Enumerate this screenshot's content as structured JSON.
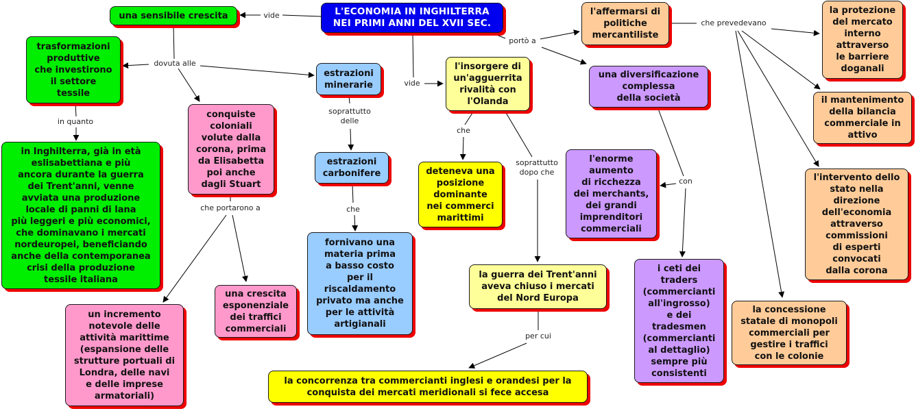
{
  "colors": {
    "root": "#0000ee",
    "green": "#00ee00",
    "pink": "#ff99cc",
    "blue": "#99ccff",
    "yellow": "#ffff00",
    "light_yellow": "#ffff99",
    "purple": "#cc99ff",
    "orange": "#ffcc99",
    "shadow": "#ee0000"
  },
  "nodes": {
    "root": "L'ECONOMIA IN INGHILTERRA\nNEI PRIMI ANNI DEL XVII SEC.",
    "crescita": "una sensibile crescita",
    "trasformazioni": "trasformazioni\nproduttive\nche investirono\nil settore\ntessile",
    "inghilterra": "in Inghilterra, già in età\neslisabettiana e più\nancora durante la guerra\ndei Trent'anni, venne\navviata una produzione\nlocale di panni di lana\npiù leggeri e più economici,\nche dominavano i mercati\nnordeuropei, beneficiando\nanche della contemporanea\ncrisi della produzione\ntessile italiana",
    "conquiste": "conquiste\ncoloniali\nvolute dalla\ncorona, prima\nda Elisabetta\npoi anche\ndagli Stuart",
    "incremento": "un incremento\nnotevole delle\nattività marittime\n(espansione delle\nstrutture portuali di\nLondra, delle navi\ne delle imprese\narmatoriali)",
    "crescita_esp": "una crescita\nesponenziale\ndei traffici\ncommerciali",
    "minerarie": "estrazioni\nminerarie",
    "carbonifere": "estrazioni\ncarbonifere",
    "fornivano": "fornivano una\nmateria prima\na basso costo\nper il\nriscaldamento\nprivato ma anche\nper le attività\nartigianali",
    "insorgere": "l'insorgere di\nun'agguerrita\nrivalità con\nl'Olanda",
    "deteneva": "deteneva una\nposizione\ndominante\nnei commerci\nmarittimi",
    "guerra": "la guerra dei Trent'anni\naveva chiuso i mercati\ndel Nord Europa",
    "concorrenza": "la concorrenza tra commercianti inglesi e orandesi per la\nconquista dei mercati meridionali si fece accesa",
    "mercantiliste": "l'affermarsi di\npolitiche\nmercantiliste",
    "diversificazione": "una diversificazione\ncomplessa\ndella società",
    "enorme": "l'enorme\naumento\ndi ricchezza\ndei merchants,\ndei grandi\nimprenditori\ncommerciali",
    "ceti": "i ceti dei\ntraders\n(commercianti\nall'ingrosso)\ne dei\ntradesmen\n(commercianti\nal dettaglio)\nsempre più\nconsistenti",
    "protezione": "la protezione\ndel mercato\ninterno\nattraverso\nle barriere\ndoganali",
    "bilancia": "il mantenimento\ndella bilancia\ncommerciale in\nattivo",
    "intervento": "l'intervento dello\nstato nella\ndirezione\ndell'economia\nattraverso\ncommissioni\ndi esperti\nconvocati\ndalla corona",
    "monopoli": "la concessione\nstatale di monopoli\ncommerciali per\ngestire i traffici\ncon le colonie"
  },
  "links": {
    "vide_top": "vide",
    "dovuta_alle": "dovuta alle",
    "in_quanto": "in quanto",
    "che_portarono_a": "che portarono a",
    "soprattutto_delle": "soprattutto\ndelle",
    "che_carbon": "che",
    "vide_mid": "vide",
    "che_olanda": "che",
    "soprattutto_dopo_che": "soprattutto\ndopo che",
    "per_cui": "per cui",
    "porto_a": "portò a",
    "che_prevedevano": "che prevedevano",
    "con": "con"
  }
}
